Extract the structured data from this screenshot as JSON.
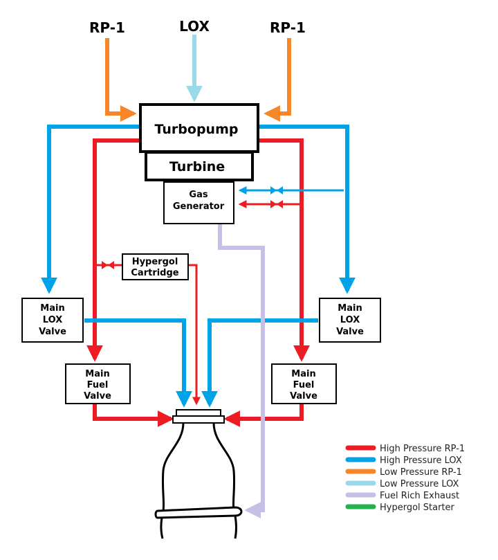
{
  "inputs": {
    "rp1_left": "RP-1",
    "lox": "LOX",
    "rp1_right": "RP-1"
  },
  "components": {
    "turbopump": "Turbopump",
    "turbine": "Turbine",
    "gas_generator": [
      "Gas",
      "Generator"
    ],
    "hypergol_cartridge": [
      "Hypergol",
      "Cartridge"
    ],
    "main_lox_valve": [
      "Main",
      "LOX",
      "Valve"
    ],
    "main_fuel_valve": [
      "Main",
      "Fuel",
      "Valve"
    ]
  },
  "legend": [
    {
      "label": "High Pressure RP-1",
      "color": "#ed1c24"
    },
    {
      "label": "High Pressure LOX",
      "color": "#00a2e8"
    },
    {
      "label": "Low Pressure RP-1",
      "color": "#f7862a"
    },
    {
      "label": "Low Pressure LOX",
      "color": "#99d9ea"
    },
    {
      "label": "Fuel Rich Exhaust",
      "color": "#c8bfe7"
    },
    {
      "label": "Hypergol Starter",
      "color": "#22b14c"
    }
  ]
}
